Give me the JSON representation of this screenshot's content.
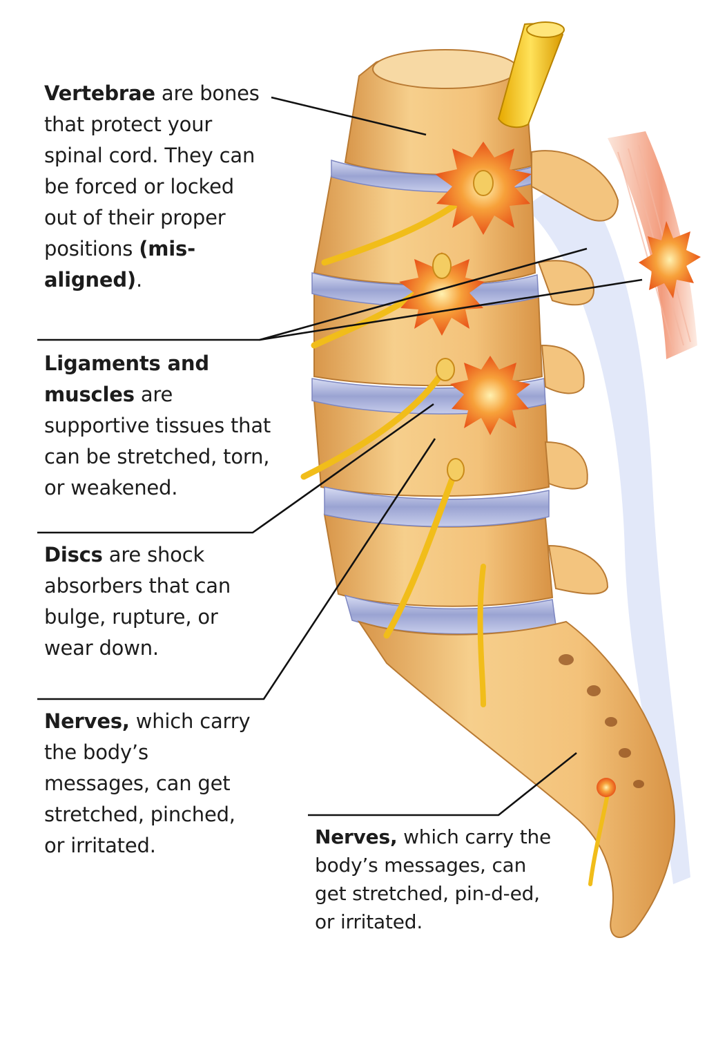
{
  "callouts": {
    "vertebrae": {
      "bold_lead": "Vertebrae",
      "text": " are bones that protect your spinal cord. They can be forced or locked out of their proper positions ",
      "bold_tail": "(mis-aligned)",
      "end": "."
    },
    "ligaments": {
      "bold_lead": "Ligaments and muscles",
      "text": " are supportive tissues that can be stretched, torn, or weakened."
    },
    "discs": {
      "bold_lead": "Discs",
      "text": " are shock absorbers that can bulge, rupture, or wear down."
    },
    "nerves": {
      "bold_lead": "Nerves,",
      "text": " which carry the body’s messages, can get stretched, pinched, or irritated."
    },
    "nerves_lower": {
      "bold_lead": "Nerves,",
      "text": " which carry the body’s messages, can get stretched, pin-d-ed, or irritated."
    }
  },
  "palette": {
    "bone": "#f2c886",
    "bone_shade": "#d99a4e",
    "disc": "#aeb6dc",
    "nerve": "#f2c21c",
    "inflammation": "#f06a1c",
    "muscle": "#e8593a",
    "ligament": "#c9d2f2",
    "leader_line": "#111111"
  },
  "icons": [
    "spinal-cord-icon",
    "inflammation-burst-icon"
  ]
}
